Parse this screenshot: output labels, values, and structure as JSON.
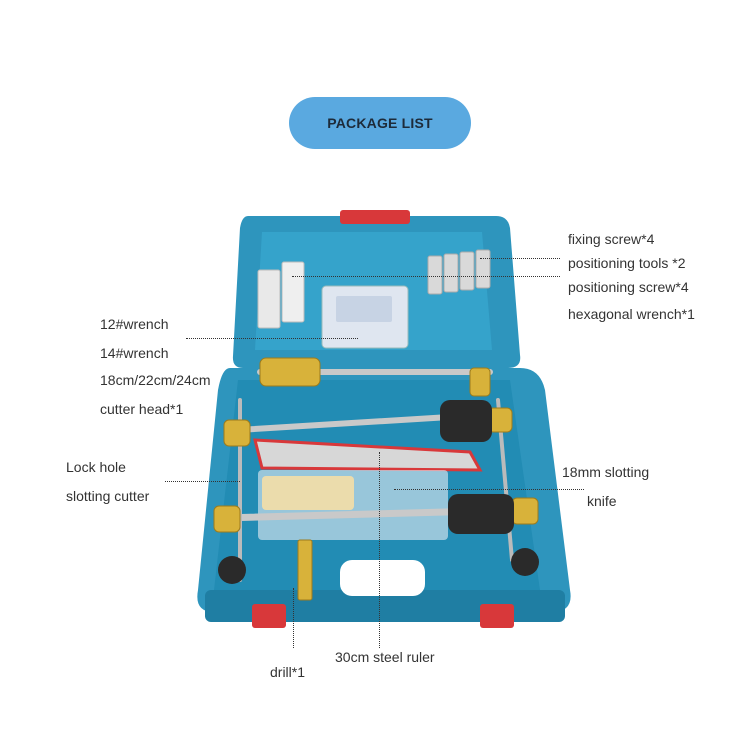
{
  "header": {
    "title": "PACKAGE LIST"
  },
  "labels": {
    "fixing_screw": "fixing screw*4",
    "positioning_tools": "positioning tools *2",
    "positioning_screw": "positioning screw*4",
    "hex_wrench": "hexagonal wrench*1",
    "wrench_12": "12#wrench",
    "wrench_14": "14#wrench",
    "cutter_sizes": "18cm/22cm/24cm",
    "cutter_head": "cutter head*1",
    "lock_hole": "Lock hole",
    "slotting_cutter": "slotting cutter",
    "slotting_18mm": "18mm slotting",
    "knife": "knife",
    "steel_ruler": "30cm steel ruler",
    "drill": "drill*1"
  },
  "colors": {
    "pill": "#5aa9e0",
    "case_blue": "#2e95bd",
    "case_dark": "#1f7ea3",
    "rod_gold": "#d8b23a",
    "latch_red": "#d8383a"
  }
}
